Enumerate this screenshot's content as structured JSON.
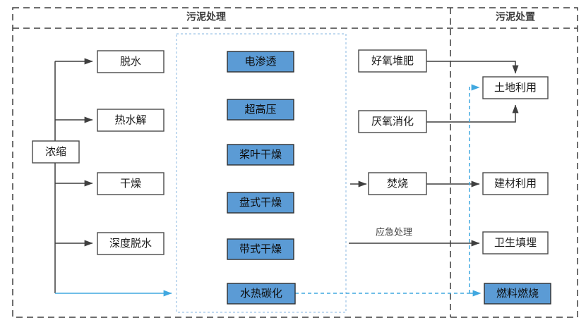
{
  "diagram": {
    "title_left": "污泥处理",
    "title_right": "污泥处置",
    "colors": {
      "blue_fill": "#5B9BD5",
      "blue_line": "#41a8e0",
      "inner_zone_border": "#9dc3e6",
      "box_border": "#4a4a4a",
      "zone_border": "#3f3f3f"
    },
    "zones": [
      {
        "id": "zone-treatment",
        "label": "污泥处理"
      },
      {
        "id": "zone-disposal",
        "label": "污泥处置"
      }
    ],
    "nodes": {
      "source": {
        "label": "浓缩",
        "style": "white"
      },
      "proc1": {
        "label": "脱水",
        "style": "white"
      },
      "proc2": {
        "label": "热水解",
        "style": "white"
      },
      "proc3": {
        "label": "干燥",
        "style": "white"
      },
      "proc4": {
        "label": "深度脱水",
        "style": "white"
      },
      "tech1": {
        "label": "电渗透",
        "style": "blue"
      },
      "tech2": {
        "label": "超高压",
        "style": "blue"
      },
      "tech3": {
        "label": "桨叶干燥",
        "style": "blue"
      },
      "tech4": {
        "label": "盘式干燥",
        "style": "blue"
      },
      "tech5": {
        "label": "带式干燥",
        "style": "blue"
      },
      "tech6": {
        "label": "水热碳化",
        "style": "blue"
      },
      "mid1": {
        "label": "好氧堆肥",
        "style": "white"
      },
      "mid2": {
        "label": "厌氧消化",
        "style": "white"
      },
      "mid3": {
        "label": "焚烧",
        "style": "white"
      },
      "out1": {
        "label": "土地利用",
        "style": "white"
      },
      "out2": {
        "label": "建材利用",
        "style": "white"
      },
      "out3": {
        "label": "卫生填埋",
        "style": "white"
      },
      "out4": {
        "label": "燃料燃烧",
        "style": "blue"
      }
    },
    "edge_labels": {
      "emergency": "应急处理"
    }
  }
}
